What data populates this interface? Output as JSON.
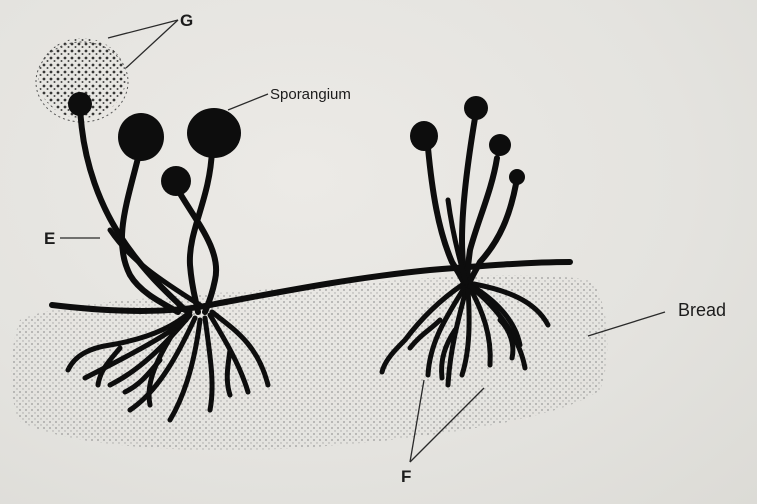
{
  "labels": {
    "g": "G",
    "sporangium": "Sporangium",
    "e": "E",
    "bread": "Bread",
    "f": "F"
  },
  "colors": {
    "ink": "#0d0d0d",
    "paper": "#e6e5e1",
    "bread_dots": "#8a8a8a"
  }
}
